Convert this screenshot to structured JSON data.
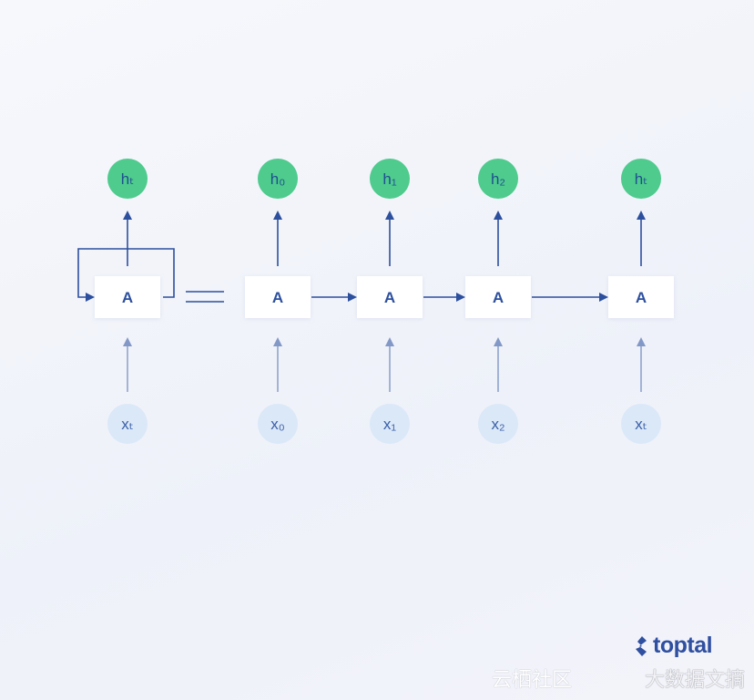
{
  "colors": {
    "output_node": "#4ecb8d",
    "input_node": "#dbe8f8",
    "cell": "#ffffff",
    "arrow": "#2c4f9e",
    "input_arrow": "#8298c6",
    "text": "#2c4f9e"
  },
  "folded": {
    "output": "hₜ",
    "cell": "A",
    "input": "xₜ"
  },
  "equals": "=",
  "unrolled": [
    {
      "output": "h₀",
      "cell": "A",
      "input": "x₀"
    },
    {
      "output": "h₁",
      "cell": "A",
      "input": "x₁"
    },
    {
      "output": "h₂",
      "cell": "A",
      "input": "x₂"
    },
    {
      "output": "hₜ",
      "cell": "A",
      "input": "xₜ"
    }
  ],
  "logo": {
    "text": "toptal",
    "icon": "toptal-logo-icon"
  },
  "watermark": {
    "left": "云栖社区",
    "right": "大数据文摘"
  }
}
